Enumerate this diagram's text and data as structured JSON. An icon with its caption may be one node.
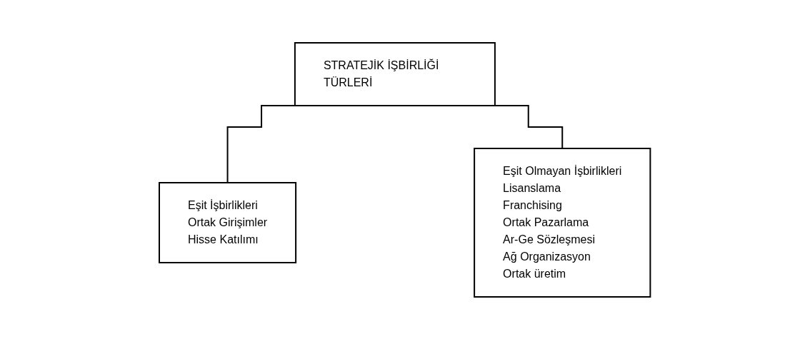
{
  "diagram": {
    "nodes": [
      {
        "text": [
          "STRATEJİK İŞBİRLİĞİ TÜRLERİ"
        ]
      },
      {
        "text": [
          "Eşit İşbirlikleri",
          "Ortak Girişimler",
          "Hisse Katılımı"
        ]
      },
      {
        "text": [
          "Eşit Olmayan İşbirlikleri",
          "Lisanslama",
          "Franchising",
          "Ortak Pazarlama",
          "Ar-Ge Sözleşmesi",
          "Ağ Organizasyon",
          "Ortak üretim"
        ]
      }
    ],
    "edges": [
      {
        "from": 0,
        "to": 1,
        "arrow": "none"
      },
      {
        "from": 0,
        "to": 2,
        "arrow": "none"
      }
    ]
  }
}
